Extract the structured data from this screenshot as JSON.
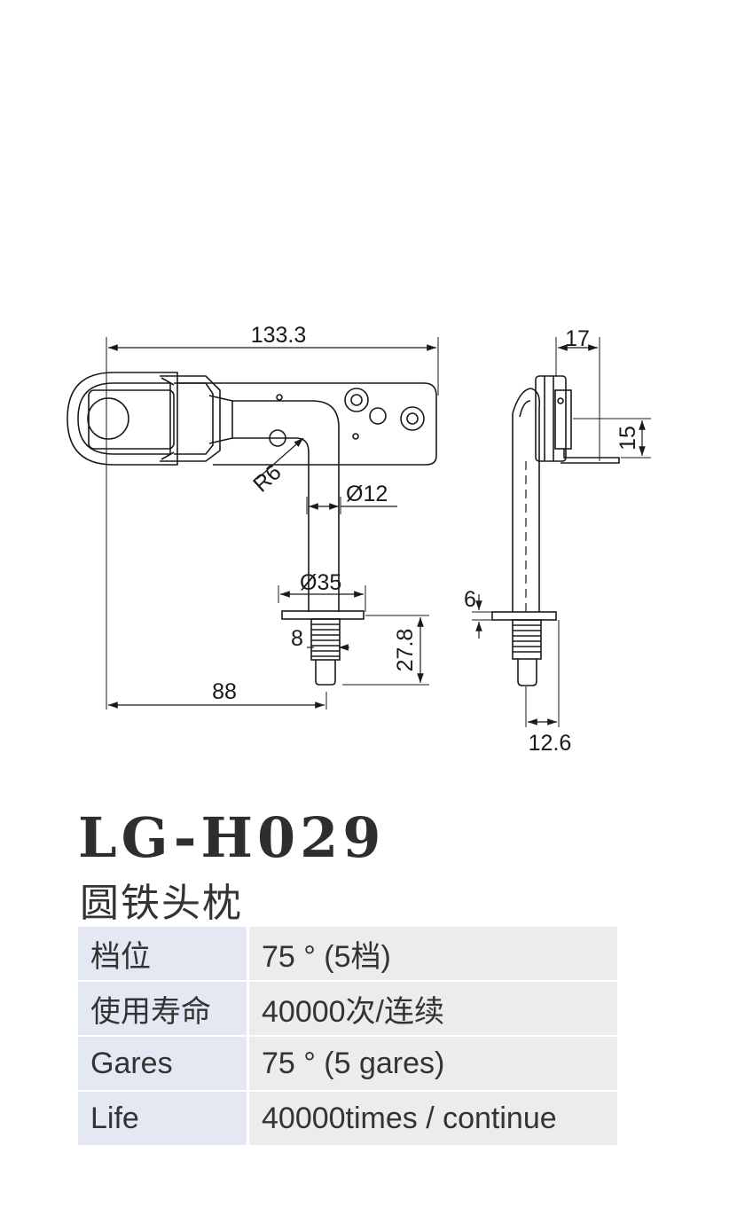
{
  "dimensions": {
    "overall_length": "133.3",
    "bend_radius": "R6",
    "rod_diameter": "Ø12",
    "flange_diameter": "Ø35",
    "thread_length": "8",
    "pin_height": "27.8",
    "pivot_to_pin": "88",
    "side_width": "17",
    "side_height": "15",
    "flange_thickness": "6",
    "side_offset": "12.6"
  },
  "product": {
    "model": "LG-H029",
    "name": "圆铁头枕"
  },
  "specs": [
    {
      "label": "档位",
      "value": "75 ° (5档)"
    },
    {
      "label": "使用寿命",
      "value": "40000次/连续"
    },
    {
      "label": "Gares",
      "value": "75 ° (5 gares)"
    },
    {
      "label": "Life",
      "value": "40000times / continue"
    }
  ],
  "colors": {
    "line": "#1a1a1a",
    "table_key_bg": "#e3e8f2",
    "table_value_bg": "#ececec"
  }
}
